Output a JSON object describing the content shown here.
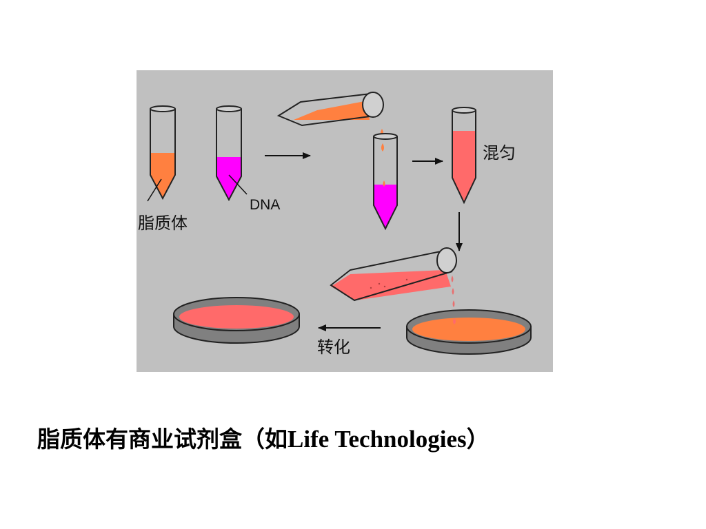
{
  "diagram": {
    "labels": {
      "liposome": "脂质体",
      "dna": "DNA",
      "mix": "混匀",
      "transform": "转化"
    },
    "colors": {
      "background": "#c0c0c0",
      "liposome": "#ff8040",
      "dna": "#ff00ff",
      "mixture": "#ff6a6a",
      "dish_rim": "#808080",
      "outline": "#222222",
      "droplet": "#e87070"
    },
    "icons": [
      "test-tube-icon",
      "petri-dish-icon",
      "arrow-right-icon",
      "arrow-down-icon",
      "arrow-left-icon",
      "droplet-icon"
    ]
  },
  "caption": {
    "cn_part": "脂质体有商业试剂盒（如",
    "en_part": "Life Technologies",
    "close_paren": "）"
  }
}
